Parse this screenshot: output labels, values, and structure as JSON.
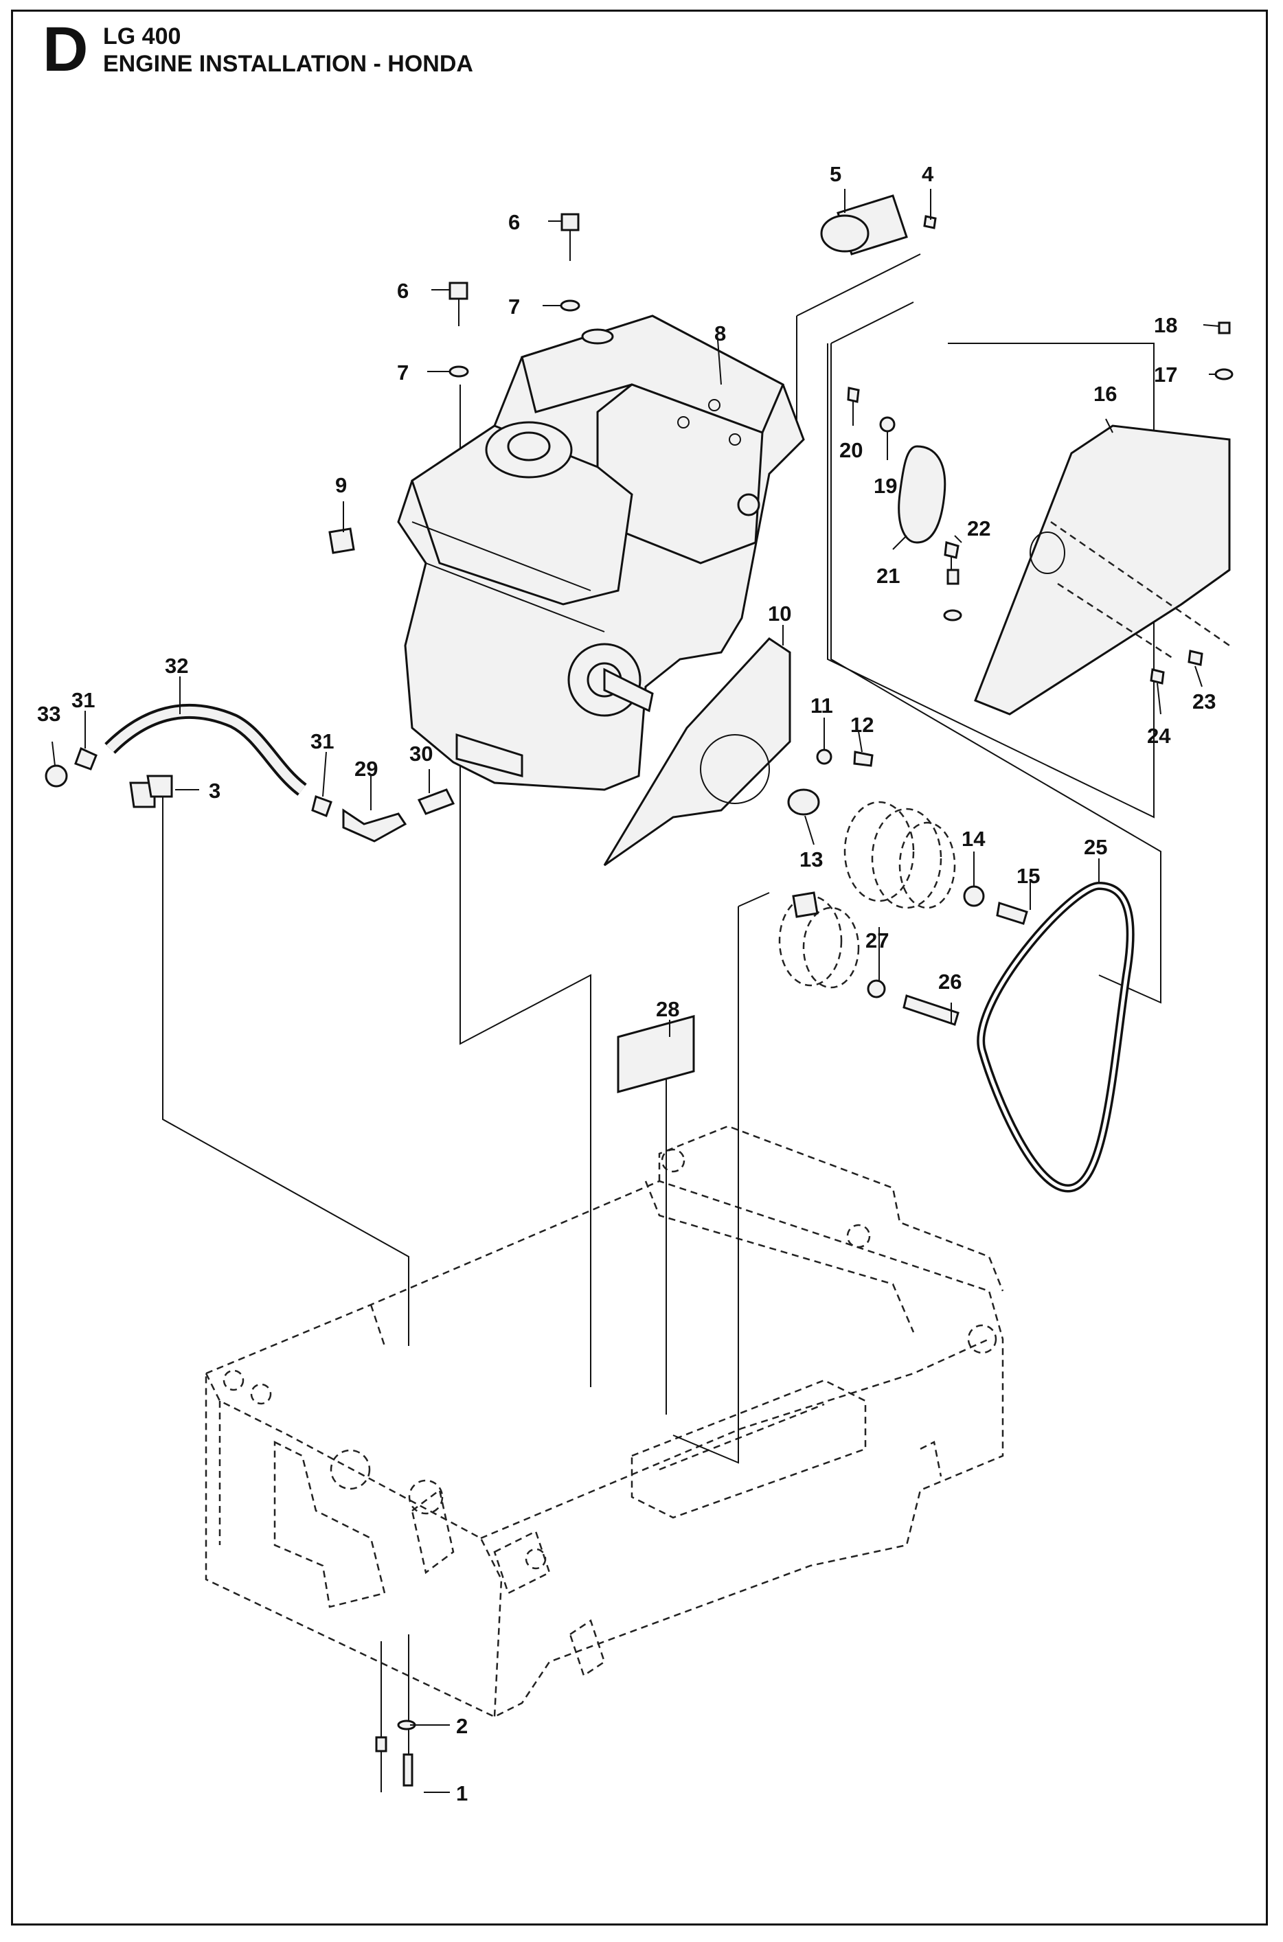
{
  "header": {
    "section_letter": "D",
    "model": "LG 400",
    "title": "ENGINE INSTALLATION - HONDA"
  },
  "callouts": [
    "1",
    "2",
    "3",
    "4",
    "5",
    "6",
    "7",
    "8",
    "9",
    "10",
    "11",
    "12",
    "13",
    "14",
    "15",
    "16",
    "17",
    "18",
    "19",
    "20",
    "21",
    "22",
    "23",
    "24",
    "25",
    "26",
    "27",
    "28",
    "29",
    "30",
    "31",
    "32",
    "33"
  ]
}
